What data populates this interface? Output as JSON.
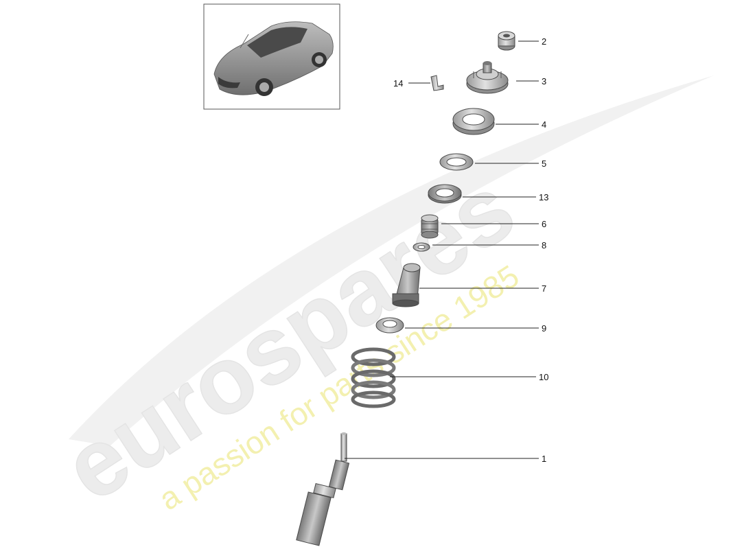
{
  "watermark": {
    "brand": "eurospares",
    "tagline": "a passion for parts since 1985",
    "brand_color": "#ececec",
    "tagline_color": "#f3f0b0"
  },
  "thumbnail": {
    "icon": "car-icon"
  },
  "callouts": [
    {
      "id": "2",
      "label": "2",
      "part": "top-nut"
    },
    {
      "id": "3",
      "label": "3",
      "part": "strut-mount"
    },
    {
      "id": "14",
      "label": "14",
      "part": "clip"
    },
    {
      "id": "4",
      "label": "4",
      "part": "bearing-ring"
    },
    {
      "id": "5",
      "label": "5",
      "part": "flat-washer"
    },
    {
      "id": "13",
      "label": "13",
      "part": "spring-pad"
    },
    {
      "id": "6",
      "label": "6",
      "part": "bump-stop"
    },
    {
      "id": "8",
      "label": "8",
      "part": "small-washer"
    },
    {
      "id": "7",
      "label": "7",
      "part": "dust-boot"
    },
    {
      "id": "9",
      "label": "9",
      "part": "lower-spring-seat"
    },
    {
      "id": "10",
      "label": "10",
      "part": "coil-spring"
    },
    {
      "id": "1",
      "label": "1",
      "part": "shock-absorber"
    }
  ]
}
